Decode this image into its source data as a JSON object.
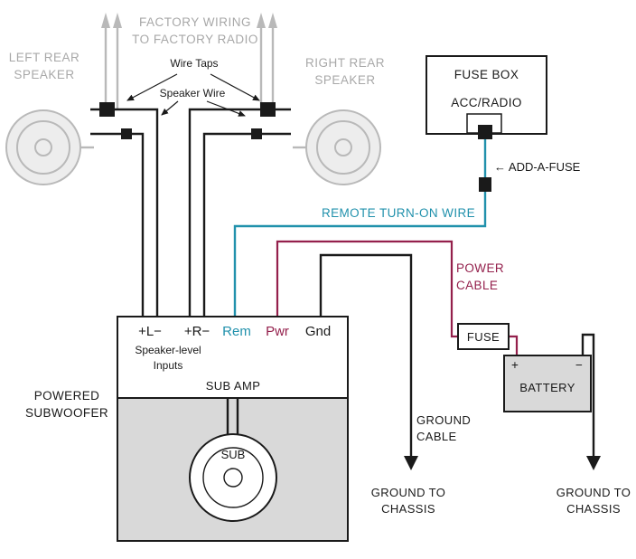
{
  "colors": {
    "wire": "#1a1a1a",
    "remote": "#2191ac",
    "power": "#94204c",
    "muted": "#a8a8a8",
    "muted_wire": "#b9b9b9",
    "panel_fill": "#d9d9d9"
  },
  "factory": {
    "wiring_note": "FACTORY WIRING\nTO FACTORY RADIO",
    "left_speaker": "LEFT REAR\nSPEAKER",
    "right_speaker": "RIGHT REAR\nSPEAKER",
    "wire_taps": "Wire Taps",
    "speaker_wire": "Speaker Wire"
  },
  "fuse_box": {
    "title": "FUSE BOX",
    "circuit": "ACC/RADIO",
    "add_a_fuse": "← ADD-A-FUSE"
  },
  "wires": {
    "remote": "REMOTE TURN-ON WIRE",
    "power": "POWER\nCABLE",
    "ground": "GROUND\nCABLE",
    "ground_to_chassis_left": "GROUND TO\nCHASSIS",
    "ground_to_chassis_right": "GROUND TO\nCHASSIS"
  },
  "amp": {
    "terminal_left": "+L−",
    "terminal_right": "+R−",
    "terminal_remote": "Rem",
    "terminal_power": "Pwr",
    "terminal_ground": "Gnd",
    "inputs_note": "Speaker-level\nInputs",
    "title": "SUB AMP",
    "unit_label": "POWERED\nSUBWOOFER",
    "driver": "SUB"
  },
  "power_side": {
    "fuse": "FUSE",
    "battery": "BATTERY",
    "positive": "+",
    "negative": "−"
  }
}
